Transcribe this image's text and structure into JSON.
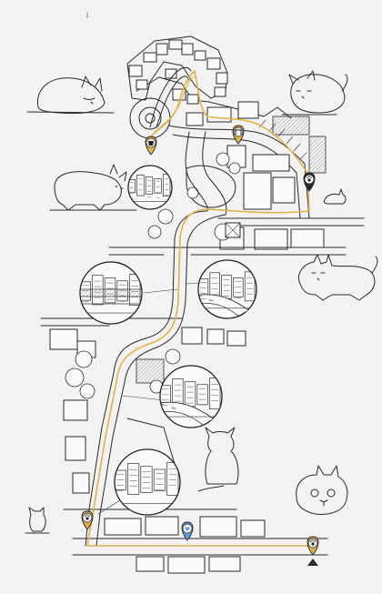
{
  "map": {
    "route_color": "#d9b54a",
    "ink_color": "#2a2a2a",
    "paper_color": "#f4f2f5",
    "pin_fill": "#d9b54a",
    "pin_dark": "#2a2a2a",
    "pin_blue": "#6a9fd4"
  },
  "markers": [
    {
      "id": "start",
      "icon": "paw-icon"
    },
    {
      "id": "cafe",
      "icon": "cup-icon"
    },
    {
      "id": "shrine",
      "icon": "gate-icon"
    },
    {
      "id": "dark-stop",
      "icon": "paw-icon"
    },
    {
      "id": "blue-pin",
      "icon": "heart-icon"
    },
    {
      "id": "end",
      "icon": "paw-icon"
    }
  ],
  "vignettes": [
    {
      "id": "shop-front",
      "subject": "storefront"
    },
    {
      "id": "station-platform",
      "subject": "station"
    },
    {
      "id": "river-bend",
      "subject": "river-bank"
    },
    {
      "id": "curved-street",
      "subject": "street"
    },
    {
      "id": "shop-street",
      "subject": "alley"
    }
  ],
  "cats": [
    {
      "id": "sleeping-cat"
    },
    {
      "id": "lying-cat-top-right"
    },
    {
      "id": "walking-cat-left"
    },
    {
      "id": "stretching-cat-right"
    },
    {
      "id": "sitting-cat-back"
    },
    {
      "id": "face-cat"
    },
    {
      "id": "small-cat-left"
    }
  ]
}
